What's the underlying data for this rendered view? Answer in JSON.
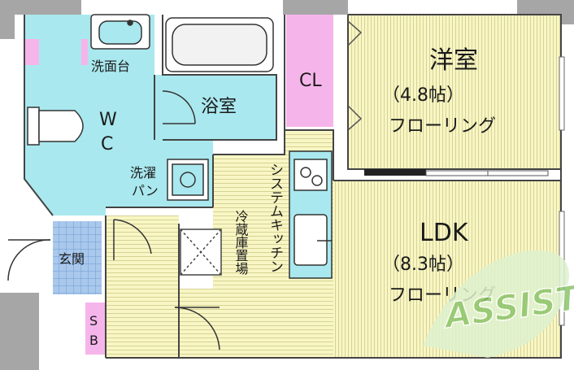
{
  "rooms": {
    "western_room": {
      "name": "洋室",
      "size": "（4.8帖）",
      "floor": "フローリング"
    },
    "ldk": {
      "name": "LDK",
      "size": "（8.3帖）",
      "floor": "フローリング"
    },
    "bathroom": {
      "name": "浴室"
    },
    "washstand": {
      "name": "洗面台"
    },
    "wc": {
      "line1": "W",
      "line2": "C"
    },
    "laundry_pan": {
      "line1": "洗濯",
      "line2": "パン"
    },
    "entrance": {
      "name": "玄関"
    },
    "closet": {
      "name": "CL"
    },
    "shoe_box": {
      "line1": "S",
      "line2": "B"
    },
    "kitchen": {
      "name": "システムキッチン"
    },
    "fridge": {
      "name": "冷蔵庫置場"
    }
  },
  "watermark": {
    "text": "ASSIST"
  },
  "colors": {
    "wet_area": "#a9e8ee",
    "floor": "#f8f6c4",
    "closet": "#f6b5ea",
    "entrance": "#a9c8ec",
    "wall": "#a6a6a6"
  }
}
